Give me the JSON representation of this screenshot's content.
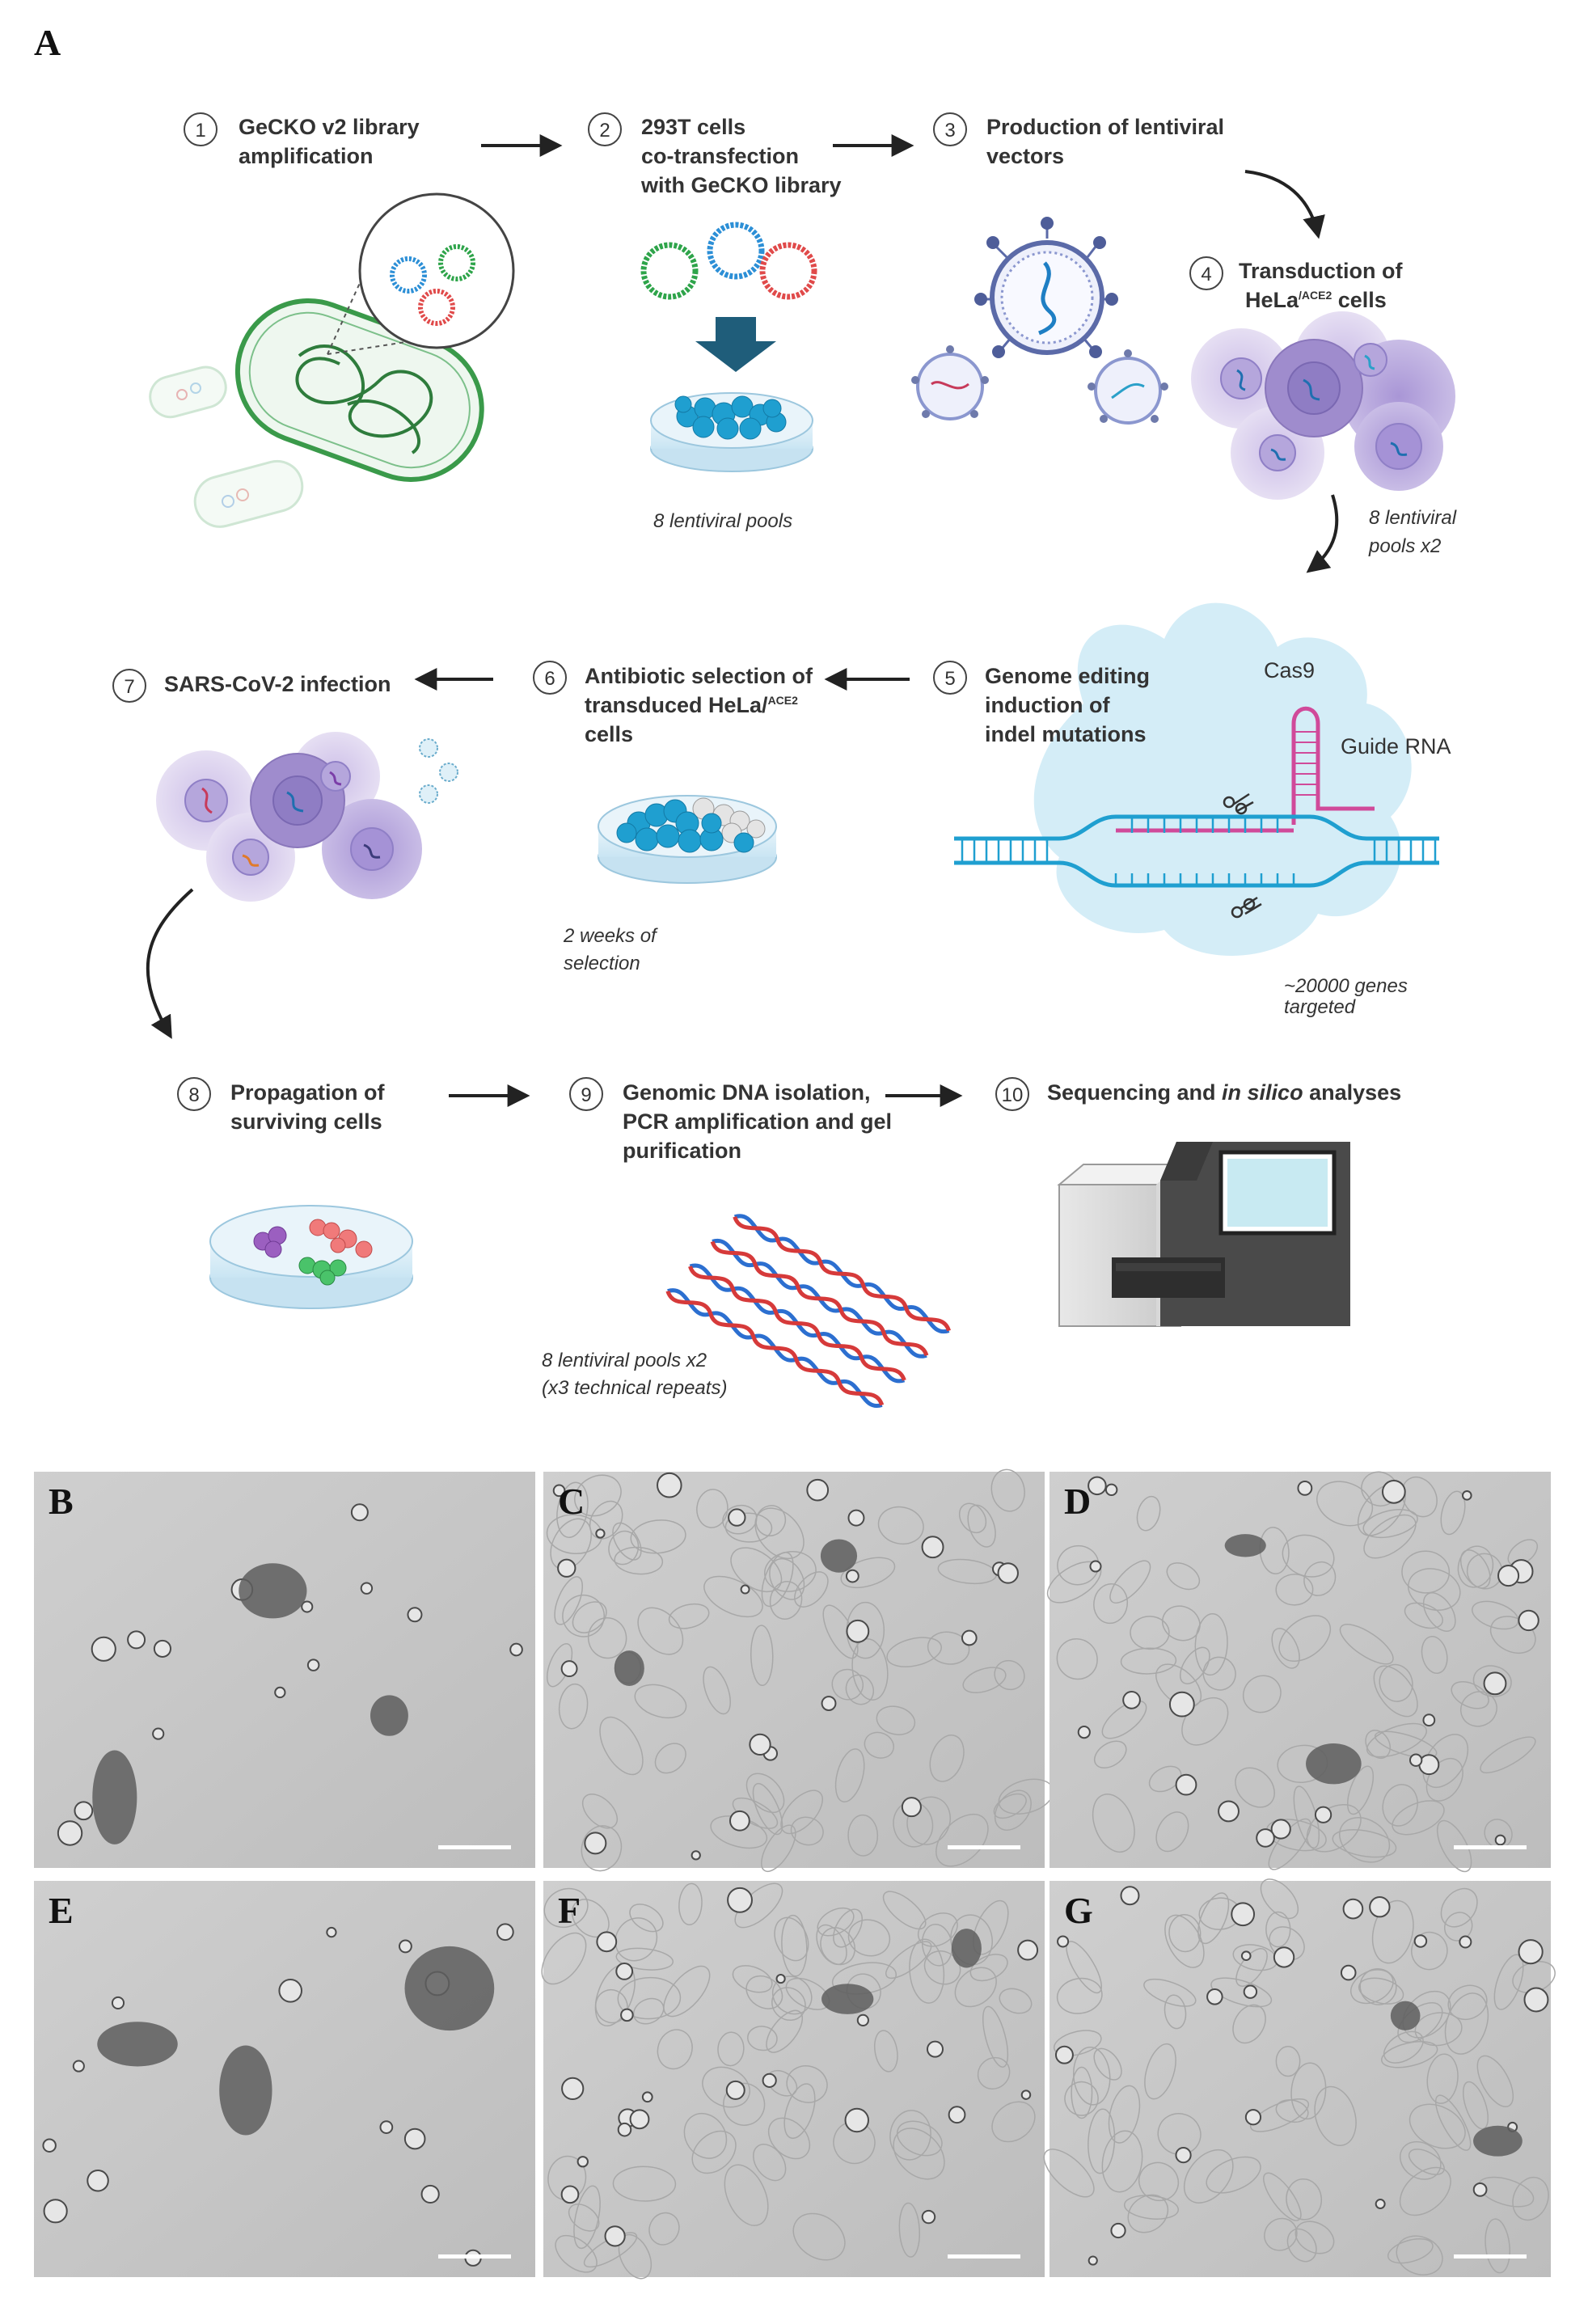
{
  "panel_a": {
    "letter": "A",
    "steps": [
      {
        "num": "1",
        "lines": [
          "GeCKO v2 library",
          "amplification"
        ]
      },
      {
        "num": "2",
        "lines": [
          "293T cells",
          "co-transfection",
          "with GeCKO library"
        ]
      },
      {
        "num": "3",
        "lines": [
          "Production of lentiviral",
          "vectors"
        ]
      },
      {
        "num": "4",
        "line1": "Transduction of",
        "line2_pre": "HeLa",
        "line2_sup": "/ACE2",
        "line2_post": " cells"
      },
      {
        "num": "5",
        "lines": [
          "Genome editing",
          "induction of",
          "indel mutations"
        ]
      },
      {
        "num": "6",
        "line1": "Antibiotic selection of",
        "line2_pre": "transduced HeLa/",
        "line2_sup": "ACE2",
        "line3": "cells"
      },
      {
        "num": "7",
        "lines": [
          "SARS-CoV-2 infection"
        ]
      },
      {
        "num": "8",
        "lines": [
          "Propagation of",
          "surviving cells"
        ]
      },
      {
        "num": "9",
        "lines": [
          "Genomic DNA isolation,",
          "PCR amplification and gel",
          "purification"
        ]
      },
      {
        "num": "10",
        "pre": "Sequencing and ",
        "italic": "in silico",
        "post": " analyses"
      }
    ],
    "notes": {
      "pools_8": "8 lentiviral pools",
      "pools_x2_line1": "8 lentiviral",
      "pools_x2_line2": "pools x2",
      "selection_line1": "2 weeks of",
      "selection_line2": "selection",
      "genes_line1": "~20000 genes",
      "genes_line2": "targeted",
      "seq_line1": "8 lentiviral pools x2",
      "seq_line2": "(x3 technical repeats)"
    },
    "labels": {
      "cas9": "Cas9",
      "guide_rna": "Guide RNA"
    }
  },
  "micrographs": [
    {
      "letter": "B"
    },
    {
      "letter": "C"
    },
    {
      "letter": "D"
    },
    {
      "letter": "E"
    },
    {
      "letter": "F"
    },
    {
      "letter": "G"
    }
  ],
  "colors": {
    "arrow": "#222222",
    "bacteria": "#3a9a4a",
    "virus": "#4a5ba8",
    "cell_purple": "#b9a6d8",
    "cell_dark": "#8c78c0",
    "dish_blue": "#1f9fd0",
    "dna_blue": "#1f9fd0",
    "guide_pink": "#d04a9a",
    "micrograph_bg": "#cfcfcf"
  },
  "icons": [
    "bacterium-icon",
    "plasmid-icon",
    "petri-dish-icon",
    "lentivirus-icon",
    "cell-icon",
    "cas9-icon",
    "dna-icon",
    "sequencer-icon",
    "down-arrow-icon",
    "right-arrow-icon",
    "left-arrow-icon",
    "curved-arrow-icon",
    "scale-bar-icon"
  ]
}
